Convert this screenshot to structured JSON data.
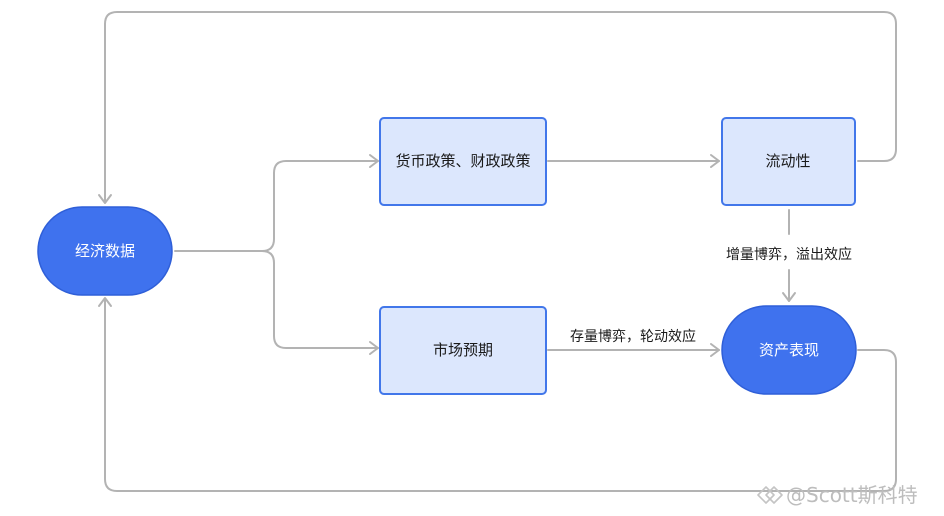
{
  "nodes": {
    "economic_data": "经济数据",
    "policy": "货币政策、财政政策",
    "market_expectation": "市场预期",
    "liquidity": "流动性",
    "asset_performance": "资产表现"
  },
  "edges": {
    "liquidity_to_asset": "增量博弈，溢出效应",
    "expectation_to_asset": "存量博弈，轮动效应"
  },
  "watermark": {
    "text": "@Scott斯科特"
  },
  "colors": {
    "connector": "#b3b3b3",
    "process_fill": "#dce7fd",
    "process_border": "#4277ea",
    "terminal_fill": "#3f72ee"
  }
}
